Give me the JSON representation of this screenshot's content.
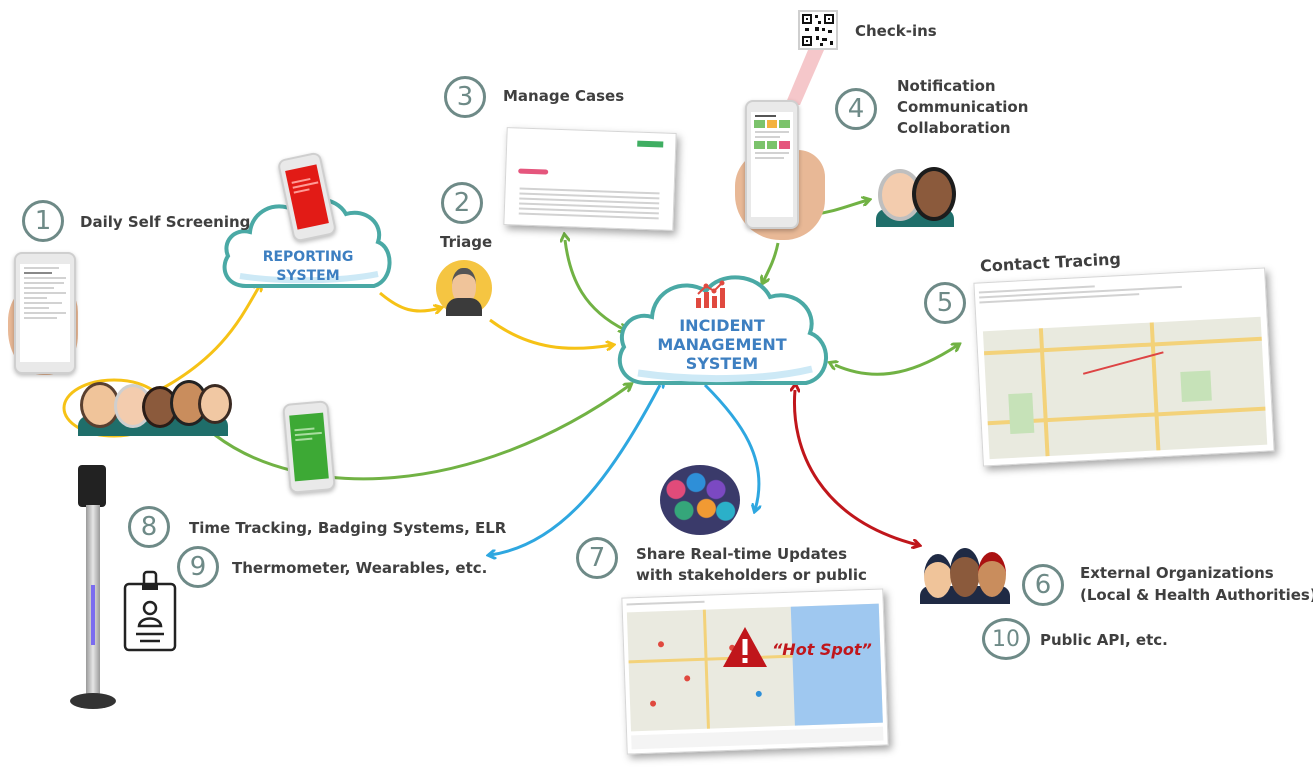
{
  "clouds": {
    "reporting": "REPORTING SYSTEM",
    "incident": "INCIDENT MANAGEMENT SYSTEM"
  },
  "steps": [
    {
      "number": "1",
      "label": "Daily Self Screening"
    },
    {
      "number": "2",
      "label": "Triage"
    },
    {
      "number": "3",
      "label": "Manage Cases"
    },
    {
      "number": "4",
      "label_lines": [
        "Notification",
        "Communication",
        "Collaboration"
      ]
    },
    {
      "number": "5",
      "label": "Contact Tracing"
    },
    {
      "number": "6",
      "label_lines": [
        "External Organizations",
        "(Local & Health Authorities)"
      ]
    },
    {
      "number": "7",
      "label_lines": [
        "Share Real-time Updates",
        "with stakeholders or public"
      ]
    },
    {
      "number": "8",
      "label": "Time Tracking, Badging Systems, ELR"
    },
    {
      "number": "9",
      "label": "Thermometer, Wearables, etc."
    },
    {
      "number": "10",
      "label": "Public API, etc."
    }
  ],
  "checkins": "Check-ins",
  "hotspot": "“Hot Spot”",
  "colors": {
    "yellow_arrow": "#f6c216",
    "green_arrow": "#71b244",
    "blue_arrow": "#2ea7e0",
    "red_arrow": "#c0161b",
    "number_circle": "#6e8a87",
    "cloud_outline": "#4aa9a5",
    "cloud_text": "#3d7fc1"
  },
  "icons": [
    "qr-code-icon",
    "badge-icon",
    "chart-icon",
    "warning-icon"
  ]
}
